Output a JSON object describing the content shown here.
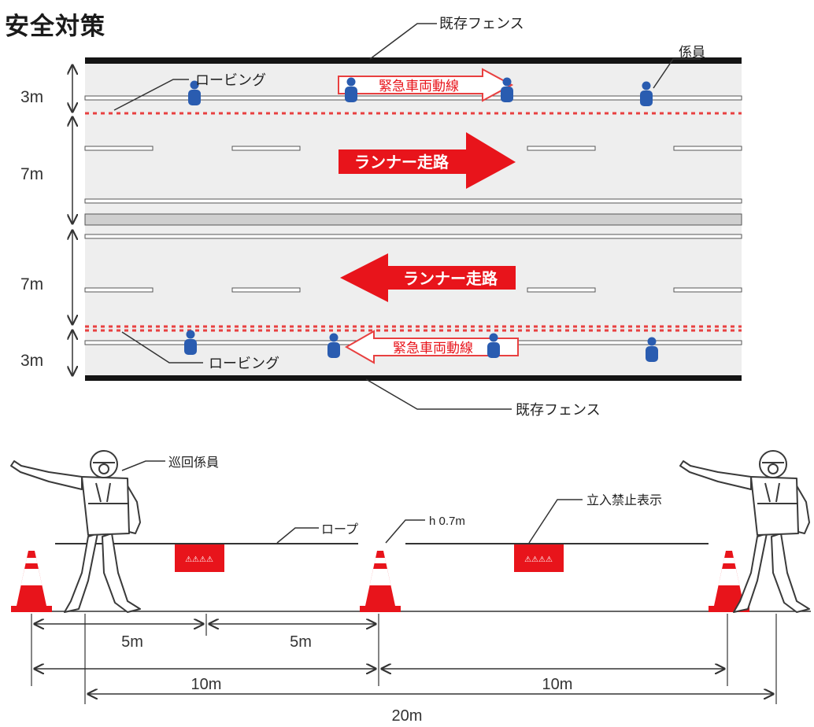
{
  "title": "安全対策",
  "plan": {
    "fence_top_label": "既存フェンス",
    "fence_bottom_label": "既存フェンス",
    "staff_label": "係員",
    "roping_top_label": "ロービング",
    "roping_bottom_label": "ロービング",
    "emergency_top_label": "緊急車両動線",
    "emergency_bottom_label": "緊急車両動線",
    "runner_top_label": "ランナー走路",
    "runner_bottom_label": "ランナー走路",
    "widths": [
      "3m",
      "7m",
      "7m",
      "3m"
    ]
  },
  "elevation": {
    "patrol_label": "巡回係員",
    "rope_label": "ロープ",
    "height_label": "h 0.7m",
    "no_entry_label": "立入禁止表示",
    "sign_glyphs": "⚠⚠⚠⚠",
    "dims": {
      "a": "5m",
      "b": "5m",
      "c": "10m",
      "d": "10m",
      "total": "20m"
    }
  },
  "colors": {
    "accent_red": "#e8141b",
    "dotted_red": "#e84040",
    "road_grey": "#eeeeee",
    "staff_blue": "#2a5cb0",
    "fence_black": "#141414"
  }
}
